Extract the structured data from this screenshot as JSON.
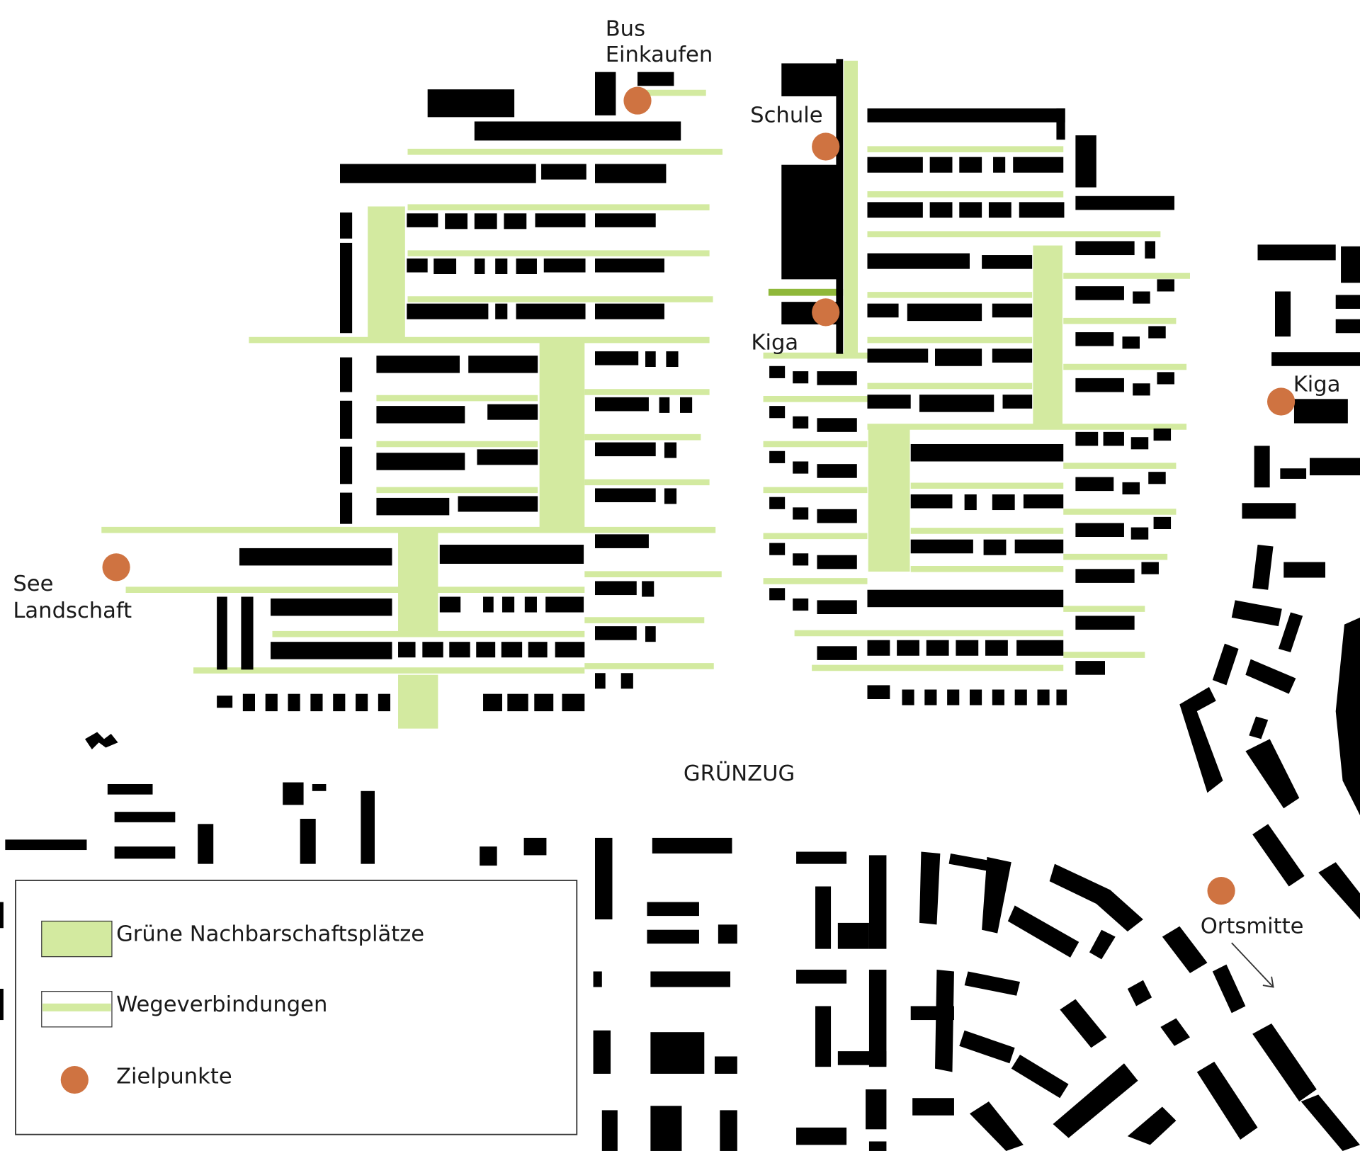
{
  "colors": {
    "green_space": "#d3eaa0",
    "path": "#d3eaa0",
    "target": "#cf7341",
    "building": "#000000",
    "dark_green_strip": "#8fb83a"
  },
  "labels": {
    "bus": "Bus",
    "einkaufen": "Einkaufen",
    "schule": "Schule",
    "kiga_center": "Kiga",
    "kiga_right": "Kiga",
    "see": "See",
    "landschaft": "Landschaft",
    "gruenzug": "GRÜNZUG",
    "ortsmitte": "Ortsmitte"
  },
  "legend": {
    "items": [
      {
        "label": "Grüne Nachbarschaftsplätze",
        "symbol": "green-area"
      },
      {
        "label": "Wegeverbindungen",
        "symbol": "path-line"
      },
      {
        "label": "Zielpunkte",
        "symbol": "target-dot"
      }
    ]
  }
}
